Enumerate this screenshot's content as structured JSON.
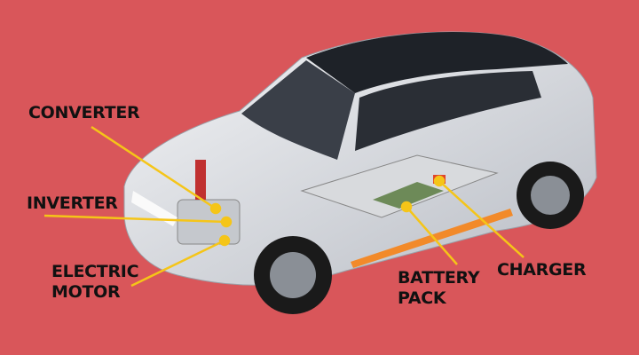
{
  "labels": {
    "converter": "CONVERTER",
    "inverter": "INVERTER",
    "electric_motor_line1": "ELECTRIC",
    "electric_motor_line2": "MOTOR",
    "battery_pack_line1": "BATTERY",
    "battery_pack_line2": "PACK",
    "charger": "CHARGER"
  },
  "colors": {
    "background": "#d9565a",
    "leader_line": "#f5c518",
    "label_text": "#111111",
    "car_body": "#e4e6ea"
  }
}
